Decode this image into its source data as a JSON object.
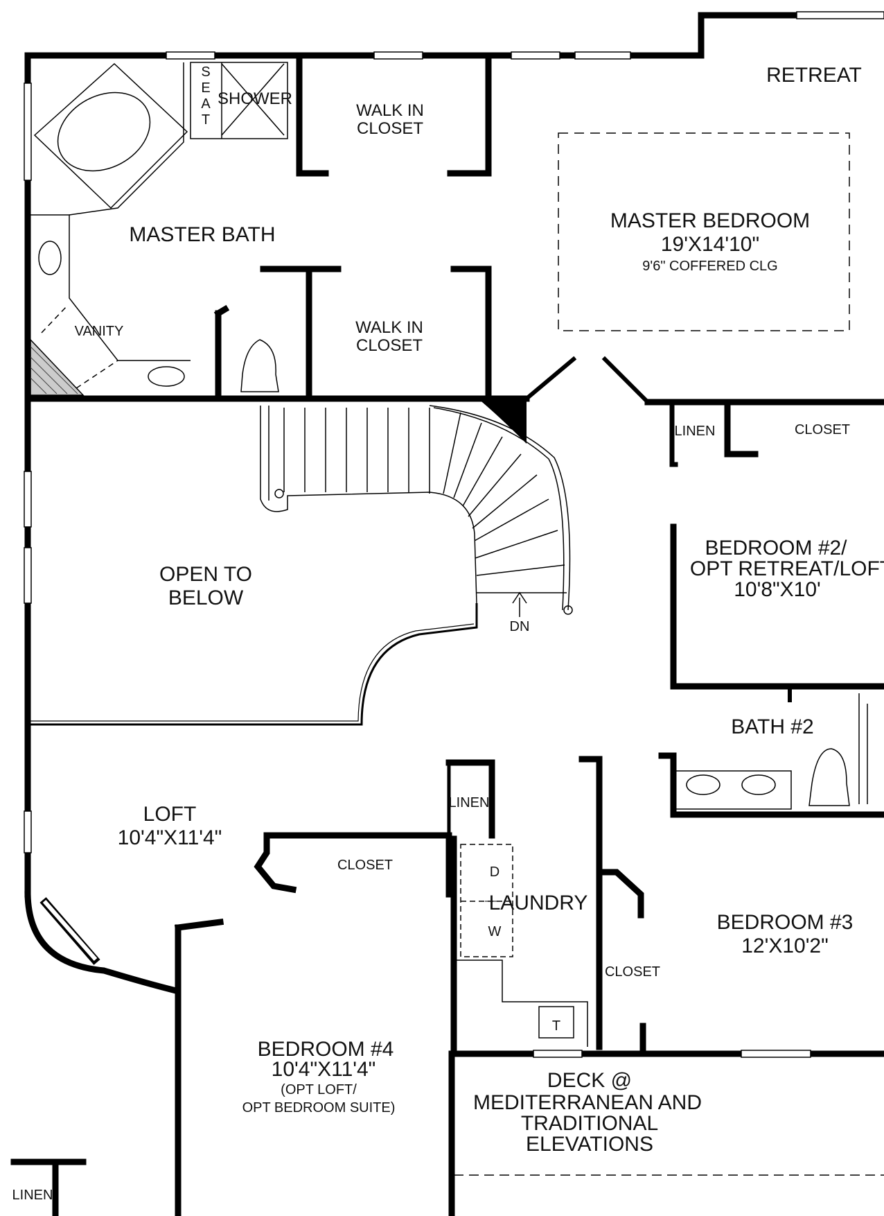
{
  "rooms": {
    "retreat": {
      "name": "RETREAT"
    },
    "master_bedroom": {
      "name": "MASTER BEDROOM",
      "size": "19'X14'10\"",
      "note": "9'6\" COFFERED CLG"
    },
    "master_bath": {
      "name": "MASTER BATH"
    },
    "shower": {
      "name": "SHOWER"
    },
    "seat": {
      "letters": [
        "S",
        "E",
        "A",
        "T"
      ]
    },
    "walk_in_closet_upper": {
      "line1": "WALK IN",
      "line2": "CLOSET"
    },
    "walk_in_closet_lower": {
      "line1": "WALK IN",
      "line2": "CLOSET"
    },
    "vanity": {
      "name": "VANITY"
    },
    "linen_top": {
      "name": "LINEN"
    },
    "closet_top_right": {
      "name": "CLOSET"
    },
    "bedroom2": {
      "line1": "BEDROOM #2/",
      "line2": "OPT RETREAT/LOFT",
      "size": "10'8\"X10'"
    },
    "open_to_below": {
      "line1": "OPEN TO",
      "line2": "BELOW"
    },
    "stair": {
      "label": "DN"
    },
    "bath2": {
      "name": "BATH #2"
    },
    "loft": {
      "name": "LOFT",
      "size": "10'4\"X11'4\""
    },
    "linen_mid": {
      "name": "LINEN"
    },
    "closet_loft": {
      "name": "CLOSET"
    },
    "laundry": {
      "name": "LAUNDRY",
      "dryer": "D",
      "washer": "W",
      "tub": "T"
    },
    "bedroom3": {
      "name": "BEDROOM #3",
      "size": "12'X10'2\""
    },
    "closet_bedroom3": {
      "name": "CLOSET"
    },
    "bedroom4": {
      "name": "BEDROOM #4",
      "size": "10'4\"X11'4\"",
      "note1": "(OPT LOFT/",
      "note2": "OPT BEDROOM SUITE)"
    },
    "deck": {
      "line1": "DECK @",
      "line2": "MEDITERRANEAN AND",
      "line3": "TRADITIONAL",
      "line4": "ELEVATIONS"
    },
    "linen_bottom": {
      "name": "LINEN"
    }
  }
}
